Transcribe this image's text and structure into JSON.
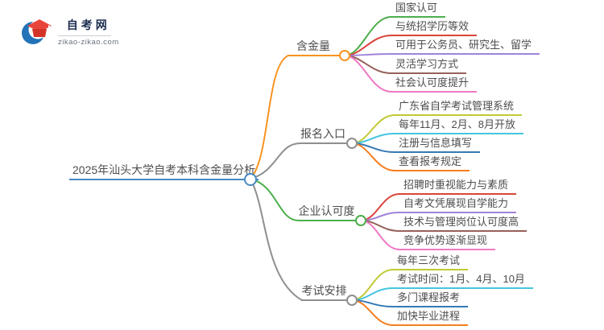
{
  "logo": {
    "site_name": "自考网",
    "site_url": "zikao-zikao.com",
    "icon": "graduation-cap-with-blue-crescent",
    "brand_colors": {
      "crescent_blue": "#2273b8",
      "cap_red": "#e8453a",
      "name_navy": "#1b2b4e"
    }
  },
  "palette": {
    "root_blue": "#4a89c4",
    "branch_orange": "#f79421",
    "branch_gray": "#8f8f8f",
    "branch_green": "#4cae4c",
    "child_green": "#4cae4c",
    "child_red": "#d9453b",
    "child_purple": "#a183d9",
    "child_brown": "#96615a",
    "child_pink": "#ef7ac4",
    "child_olive": "#c0ca33",
    "child_cyan": "#45c5e0",
    "child_blue": "#3679b5",
    "child_orange": "#f57e20",
    "text_gray": "#4d4d4d"
  },
  "central": {
    "label": "2025年汕头大学自考本科含金量分析",
    "color": "#4a89c4"
  },
  "branches": [
    {
      "label": "含金量",
      "color": "#f79421",
      "children": [
        {
          "label": "国家认可",
          "color": "#4cae4c"
        },
        {
          "label": "与统招学历等效",
          "color": "#d9453b"
        },
        {
          "label": "可用于公务员、研究生、留学",
          "color": "#a183d9"
        },
        {
          "label": "灵活学习方式",
          "color": "#96615a"
        },
        {
          "label": "社会认可度提升",
          "color": "#ef7ac4"
        }
      ]
    },
    {
      "label": "报名入口",
      "color": "#8f8f8f",
      "children": [
        {
          "label": "广东省自学考试管理系统",
          "color": "#c0ca33"
        },
        {
          "label": "每年11月、2月、8月开放",
          "color": "#45c5e0"
        },
        {
          "label": "注册与信息填写",
          "color": "#3679b5"
        },
        {
          "label": "查看报考规定",
          "color": "#f57e20"
        }
      ]
    },
    {
      "label": "企业认可度",
      "color": "#4cae4c",
      "children": [
        {
          "label": "招聘时重视能力与素质",
          "color": "#d9453b"
        },
        {
          "label": "自考文凭展现自学能力",
          "color": "#a183d9"
        },
        {
          "label": "技术与管理岗位认可度高",
          "color": "#96615a"
        },
        {
          "label": "竞争优势逐渐显现",
          "color": "#ef7ac4"
        }
      ]
    },
    {
      "label": "考试安排",
      "color": "#8f8f8f",
      "children": [
        {
          "label": "每年三次考试",
          "color": "#c0ca33"
        },
        {
          "label": "考试时间：1月、4月、10月",
          "color": "#45c5e0"
        },
        {
          "label": "多门课程报考",
          "color": "#3679b5"
        },
        {
          "label": "加快毕业进程",
          "color": "#f57e20"
        }
      ]
    }
  ]
}
